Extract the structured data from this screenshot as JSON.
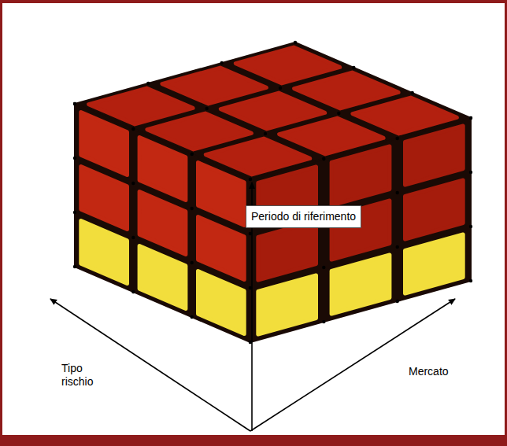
{
  "diagram": {
    "labels": [
      "Periodo di riferimento",
      "Tipo rischio",
      "Mercato"
    ]
  }
}
